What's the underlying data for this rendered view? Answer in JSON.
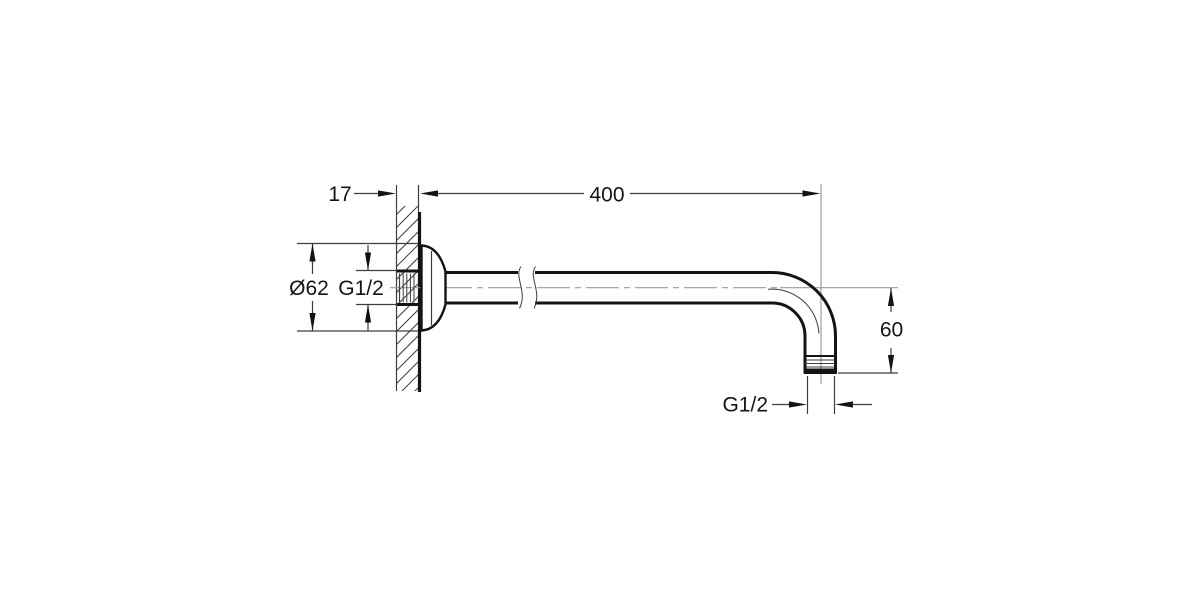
{
  "drawing": {
    "type": "technical-dimension-drawing",
    "subject": "wall-mounted shower arm, side view",
    "labels": {
      "wall_thickness": "17",
      "arm_length": "400",
      "escutcheon_diameter": "Ø62",
      "inlet_thread": "G1/2",
      "drop_height": "60",
      "outlet_thread": "G1/2"
    },
    "colors": {
      "line": "#141414",
      "thin": "#3d3d3d",
      "center": "#9c9c9c",
      "bg": "#ffffff"
    }
  }
}
